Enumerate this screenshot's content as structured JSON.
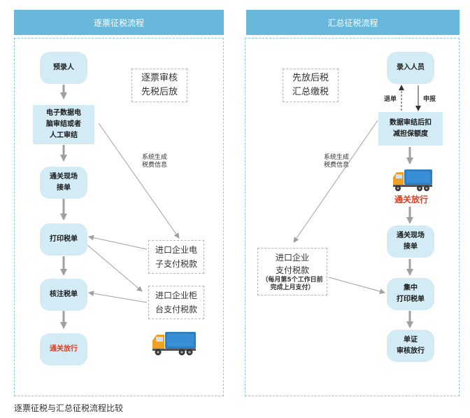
{
  "headers": {
    "left": "逐票征税流程",
    "right": "汇总征税流程"
  },
  "left_flow": {
    "node1": "预录人",
    "node2": [
      "电子数据电",
      "脑审结或者",
      "人工审结"
    ],
    "node3": [
      "通关现场",
      "接单"
    ],
    "node4": "打印税单",
    "node5": "核注税单",
    "node6": "通关放行",
    "note_top": [
      "逐票审核",
      "先税后放"
    ],
    "system_label": [
      "系统生成",
      "税费信息"
    ],
    "note_e": [
      "进口企业电",
      "子支付税款"
    ],
    "note_c": [
      "进口企业柜",
      "台支付税款"
    ]
  },
  "right_flow": {
    "node1": "录入人员",
    "return_label": "退单",
    "report_label": "申报",
    "node2": [
      "数据审结后扣",
      "减担保额度"
    ],
    "release_label": "通关放行",
    "node3": [
      "通关现场",
      "接单"
    ],
    "node4": [
      "集中",
      "打印税单"
    ],
    "node5": [
      "单证",
      "审核放行"
    ],
    "note_top": [
      "先放后税",
      "汇总缴税"
    ],
    "system_label": [
      "系统生成",
      "税费信息"
    ],
    "note_pay": [
      "进口企业",
      "支付税款"
    ],
    "note_pay_small": [
      "（每月第5个工作日前",
      "完成上月支付）"
    ]
  },
  "caption": "逐票征税与汇总征税流程比较",
  "colors": {
    "header": "#6ab7dc",
    "node": "#d2ebf5",
    "arrow": "#a0a0a0",
    "red": "#e03a1e",
    "truck_cab": "#f0a020",
    "truck_box": "#2f7fc4"
  }
}
